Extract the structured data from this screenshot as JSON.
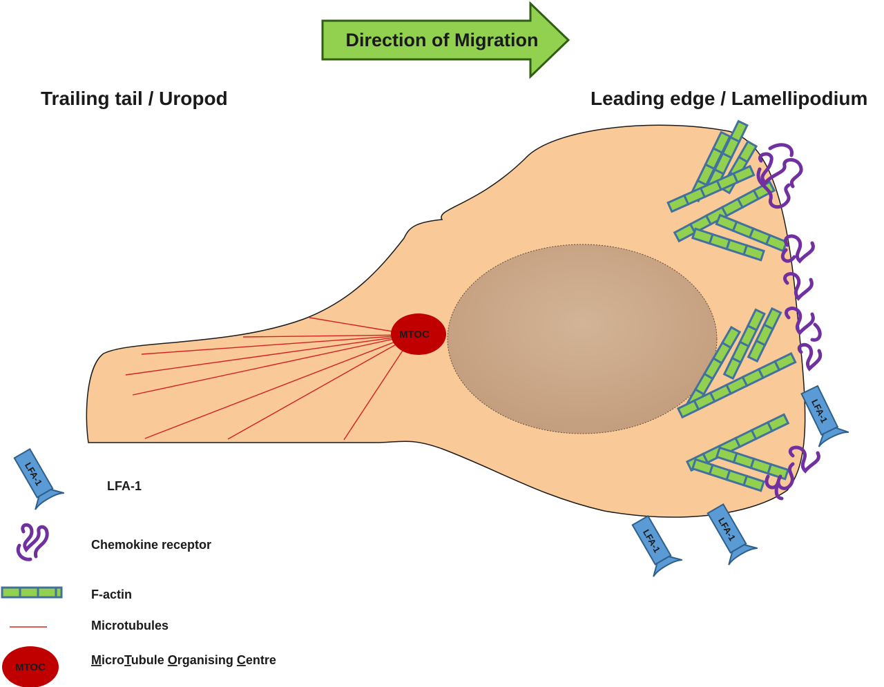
{
  "title_arrow": "Direction of Migration",
  "labels": {
    "trailing": "Trailing tail / Uropod",
    "leading": "Leading edge / Lamellipodium",
    "mtoc": "MTOC",
    "lfa": "LFA-1"
  },
  "legend": {
    "lfa1": "LFA-1",
    "chemokine": "Chemokine receptor",
    "factin": "F-actin",
    "microtubules": "Microtubules",
    "mtoc_full": "MicroTubule Organising Centre",
    "mtoc_abbrev": "MTOC"
  },
  "colors": {
    "cell": "#fac998",
    "nucleus": "#c8a486",
    "mtoc": "#c00000",
    "microtubule": "#e02020",
    "actin_fill": "#92d050",
    "actin_stroke": "#41719c",
    "lfa_fill": "#5b9bd5",
    "lfa_stroke": "#2e5f8a",
    "receptor": "#7030a0",
    "arrow_fill": "#92d050",
    "arrow_stroke": "#2f5d12"
  }
}
